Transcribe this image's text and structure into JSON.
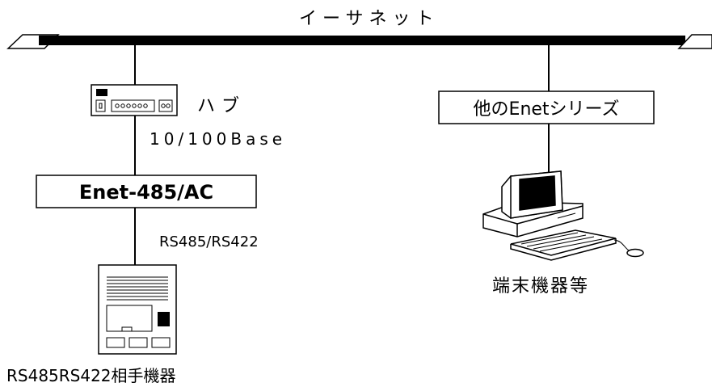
{
  "diagram": {
    "ethernet_label": "イーサネット",
    "hub_label": "ハブ",
    "hub_speed_label": "10/100Base",
    "enet485_label": "Enet-485/AC",
    "rs_link_label": "RS485/RS422",
    "rs_device_label": "RS485RS422相手機器",
    "other_enet_label": "他のEnetシリーズ",
    "terminal_label": "端末機器等"
  }
}
